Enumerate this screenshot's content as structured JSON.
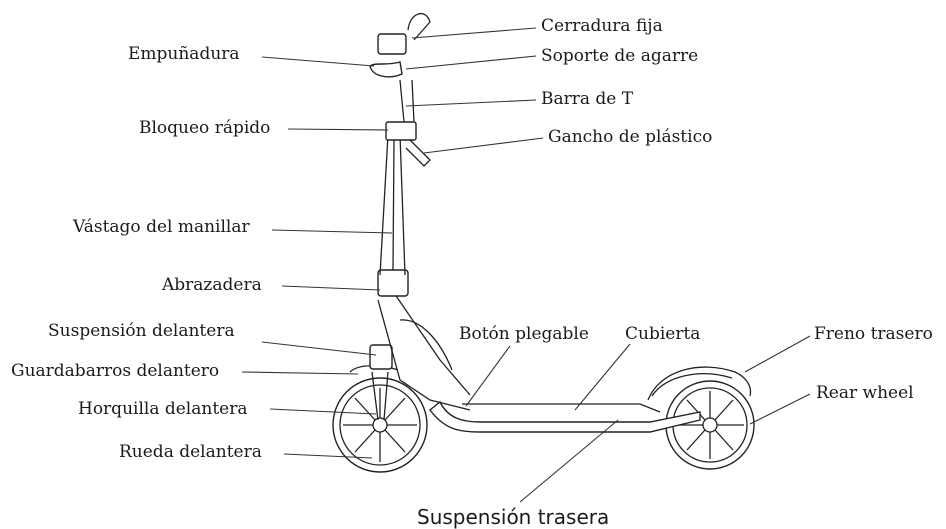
{
  "labels": {
    "cerradura_fija": "Cerradura fija",
    "empunadura": "Empuñadura",
    "soporte_agarre": "Soporte de agarre",
    "barra_t": "Barra de T",
    "bloqueo_rapido": "Bloqueo rápido",
    "gancho_plastico": "Gancho de plástico",
    "vastago_manillar": "Vástago del manillar",
    "abrazadera": "Abrazadera",
    "suspension_delantera": "Suspensión delantera",
    "boton_plegable": "Botón plegable",
    "cubierta": "Cubierta",
    "freno_trasero": "Freno trasero",
    "guardabarros_delantero": "Guardabarros delantero",
    "rear_wheel": "Rear wheel",
    "horquilla_delantera": "Horquilla delantera",
    "rueda_delantera": "Rueda delantera",
    "suspension_trasera": "Suspensión trasera"
  },
  "colors": {
    "line": "#333333",
    "text": "#1a1a1a",
    "background": "#ffffff"
  }
}
